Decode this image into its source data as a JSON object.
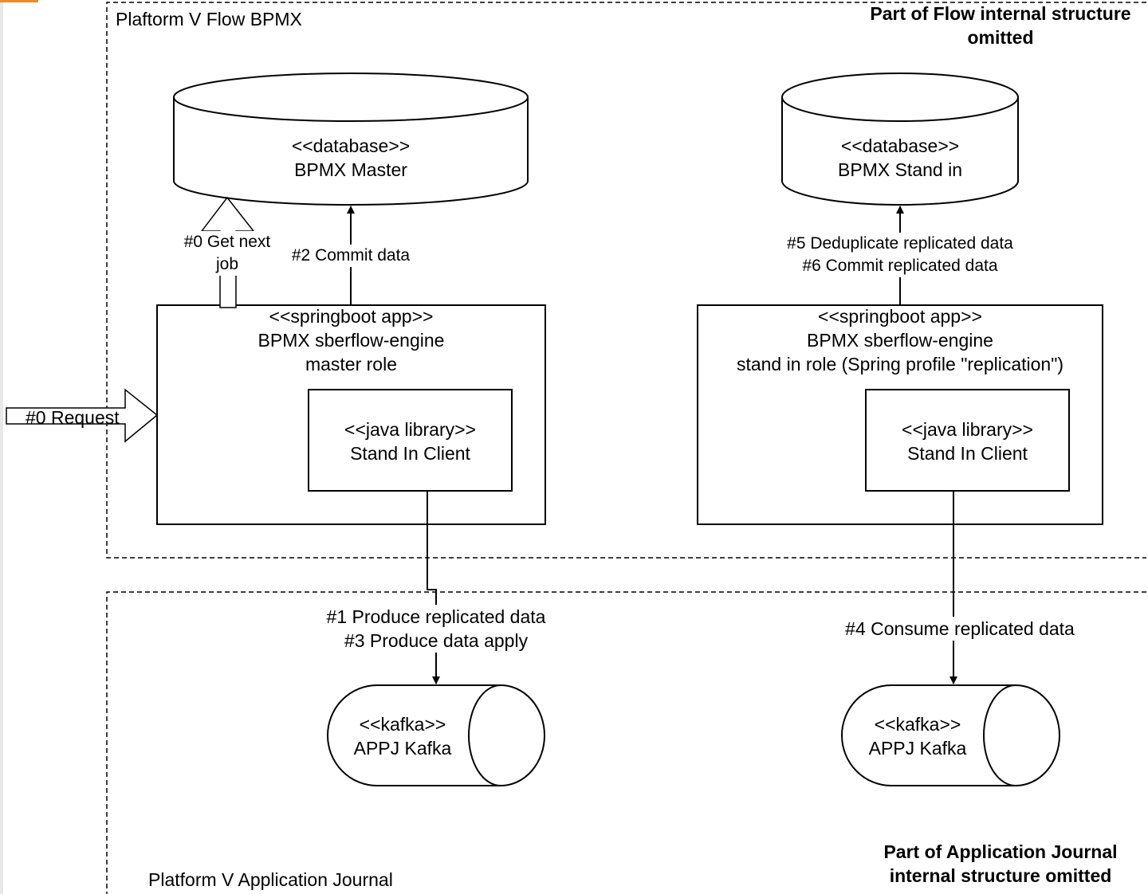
{
  "containers": {
    "flow": {
      "title": "Plaftorm V Flow BPMX",
      "note": "Part of Flow internal structure\nomitted"
    },
    "journal": {
      "title": "Platform V Application Journal",
      "note": "Part of Application Journal\ninternal structure omitted"
    }
  },
  "nodes": {
    "db_master": "<<database>>\nBPMX Master",
    "db_standin": "<<database>>\nBPMX Stand in",
    "app_master": "<<springboot app>>\nBPMX sberflow-engine\nmaster role",
    "app_standin": "<<springboot app>>\nBPMX sberflow-engine\nstand in role (Spring profile \"replication\")",
    "lib_master": "<<java library>>\nStand In Client",
    "lib_standin": "<<java library>>\nStand In Client",
    "kafka_left": "<<kafka>>\nAPPJ Kafka",
    "kafka_right": "<<kafka>>\nAPPJ Kafka"
  },
  "edges": {
    "request": "#0 Request",
    "get_next_job": "#0 Get next\njob",
    "commit_data": "#2 Commit data",
    "dedup_commit": "#5 Deduplicate replicated data\n#6 Commit replicated data",
    "produce": "#1 Produce replicated data\n#3 Produce data apply",
    "consume": "#4 Consume replicated data"
  }
}
